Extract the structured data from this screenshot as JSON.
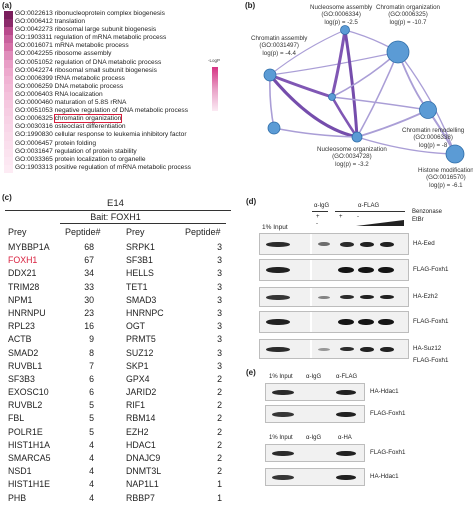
{
  "panel_letters": {
    "a": "(a)",
    "b": "(b)",
    "c": "(c)",
    "d": "(d)",
    "e": "(e)"
  },
  "go_terms": [
    {
      "id": "GO:0022613",
      "term": "ribonucleoprotein complex biogenesis",
      "color": "#7a1e5c"
    },
    {
      "id": "GO:0006412",
      "term": "translation",
      "color": "#8b2a6a"
    },
    {
      "id": "GO:0042273",
      "term": "ribosomal large subunit biogenesis",
      "color": "#b84a8c"
    },
    {
      "id": "GO:1903311",
      "term": "regulation of mRNA metabolic process",
      "color": "#c8619d"
    },
    {
      "id": "GO:0016071",
      "term": "mRNA metabolic process",
      "color": "#d672a9"
    },
    {
      "id": "GO:0042255",
      "term": "ribosome assembly",
      "color": "#e08dbb"
    },
    {
      "id": "GO:0051052",
      "term": "regulation of DNA metabolic process",
      "color": "#e89ec6"
    },
    {
      "id": "GO:0042274",
      "term": "ribosomal small subunit biogenesis",
      "color": "#eda9cd"
    },
    {
      "id": "GO:0006399",
      "term": "tRNA metabolic process",
      "color": "#f0b3d3"
    },
    {
      "id": "GO:0006259",
      "term": "DNA metabolic process",
      "color": "#f2bad7"
    },
    {
      "id": "GO:0006403",
      "term": "RNA localization",
      "color": "#f4c1db"
    },
    {
      "id": "GO:0000460",
      "term": "maturation of 5.8S rRNA",
      "color": "#f5c8df"
    },
    {
      "id": "GO:0051053",
      "term": "negative regulation of DNA metabolic process",
      "color": "#f6cde2"
    },
    {
      "id": "GO:0006325",
      "term": "chromatin organization",
      "color": "#f7d2e5",
      "highlight": true
    },
    {
      "id": "GO:0030316",
      "term": "osteoclast differentiation",
      "color": "#f8d6e8"
    },
    {
      "id": "GO:1990830",
      "term": "cellular response to leukemia inhibitory factor",
      "color": "#f9dbea"
    },
    {
      "id": "GO:0006457",
      "term": "protein folding",
      "color": "#fadfed"
    },
    {
      "id": "GO:0031647",
      "term": "regulation of protein stability",
      "color": "#fbe3ef"
    },
    {
      "id": "GO:0033365",
      "term": "protein localization to organelle",
      "color": "#fce7f2"
    },
    {
      "id": "GO:1903313",
      "term": "positive regulation of mRNA metabolic process",
      "color": "#fdebf4"
    }
  ],
  "legend": {
    "title": "-LogP",
    "max": "",
    "min": ""
  },
  "network_nodes": [
    {
      "key": "nucleosome-assembly",
      "lines": [
        "Nucleosome assembly",
        "(GO:0006334)",
        "log(p) = -2.5"
      ]
    },
    {
      "key": "chromatin-organization",
      "lines": [
        "Chromatin organization",
        "(GO:0006325)",
        "log(p) = -10.7"
      ]
    },
    {
      "key": "chromatin-assembly",
      "lines": [
        "Chromatin assembly",
        "(GO:0031497)",
        "log(p) = -4.4"
      ]
    },
    {
      "key": "chromatin-remodeling",
      "lines": [
        "Chromatin remodelling",
        "(GO:0006338)",
        "log(p) = -8"
      ]
    },
    {
      "key": "nucleosome-organization",
      "lines": [
        "Nucleosome organization",
        "(GO:0034728)",
        "log(p) = -3.2"
      ]
    },
    {
      "key": "histone-modification",
      "lines": [
        "Histone modification",
        "(GO:0016570)",
        "log(p) = -6.1"
      ]
    }
  ],
  "table": {
    "title": "E14",
    "bait": "Bait: FOXH1",
    "headers": [
      "Prey",
      "Peptide#",
      "Prey",
      "Peptide#"
    ],
    "rows": [
      [
        "MYBBP1A",
        "68",
        "SRPK1",
        "3"
      ],
      [
        "FOXH1",
        "67",
        "SF3B1",
        "3"
      ],
      [
        "DDX21",
        "34",
        "HELLS",
        "3"
      ],
      [
        "TRIM28",
        "33",
        "TET1",
        "3"
      ],
      [
        "NPM1",
        "30",
        "SMAD3",
        "3"
      ],
      [
        "HNRNPU",
        "23",
        "HNRNPC",
        "3"
      ],
      [
        "RPL23",
        "16",
        "OGT",
        "3"
      ],
      [
        "ACTB",
        "9",
        "PRMT5",
        "3"
      ],
      [
        "SMAD2",
        "8",
        "SUZ12",
        "3"
      ],
      [
        "RUVBL1",
        "7",
        "SKP1",
        "3"
      ],
      [
        "SF3B3",
        "6",
        "GPX4",
        "2"
      ],
      [
        "EXOSC10",
        "6",
        "JARID2",
        "2"
      ],
      [
        "RUVBL2",
        "5",
        "RIF1",
        "2"
      ],
      [
        "FBL",
        "5",
        "RBM14",
        "2"
      ],
      [
        "POLR1E",
        "5",
        "EZH2",
        "2"
      ],
      [
        "HIST1H1A",
        "4",
        "HDAC1",
        "2"
      ],
      [
        "SMARCA5",
        "4",
        "DNAJC9",
        "2"
      ],
      [
        "NSD1",
        "4",
        "DNMT3L",
        "2"
      ],
      [
        "HIST1H1E",
        "4",
        "NAP1L1",
        "1"
      ],
      [
        "PHB",
        "4",
        "RBBP7",
        "1"
      ]
    ]
  },
  "blot_d": {
    "input": "1% Input",
    "igg": "α-IgG",
    "flag": "α-FLAG",
    "benzonase": "Benzonase",
    "etbr": "EtBr",
    "pm": [
      "+",
      "+",
      "-",
      "-"
    ],
    "labels": [
      "HA-Eed",
      "FLAG-Foxh1",
      "HA-Ezh2",
      "FLAG-Foxh1",
      "HA-Suz12",
      "FLAG-Foxh1"
    ]
  },
  "blot_e": {
    "top": {
      "input": "1% Input",
      "igg": "α-IgG",
      "ip": "α-FLAG",
      "labels": [
        "HA-Hdac1",
        "FLAG-Foxh1"
      ]
    },
    "bottom": {
      "input": "1% Input",
      "igg": "α-IgG",
      "ip": "α-HA",
      "labels": [
        "FLAG-Foxh1",
        "HA-Hdac1"
      ]
    }
  }
}
